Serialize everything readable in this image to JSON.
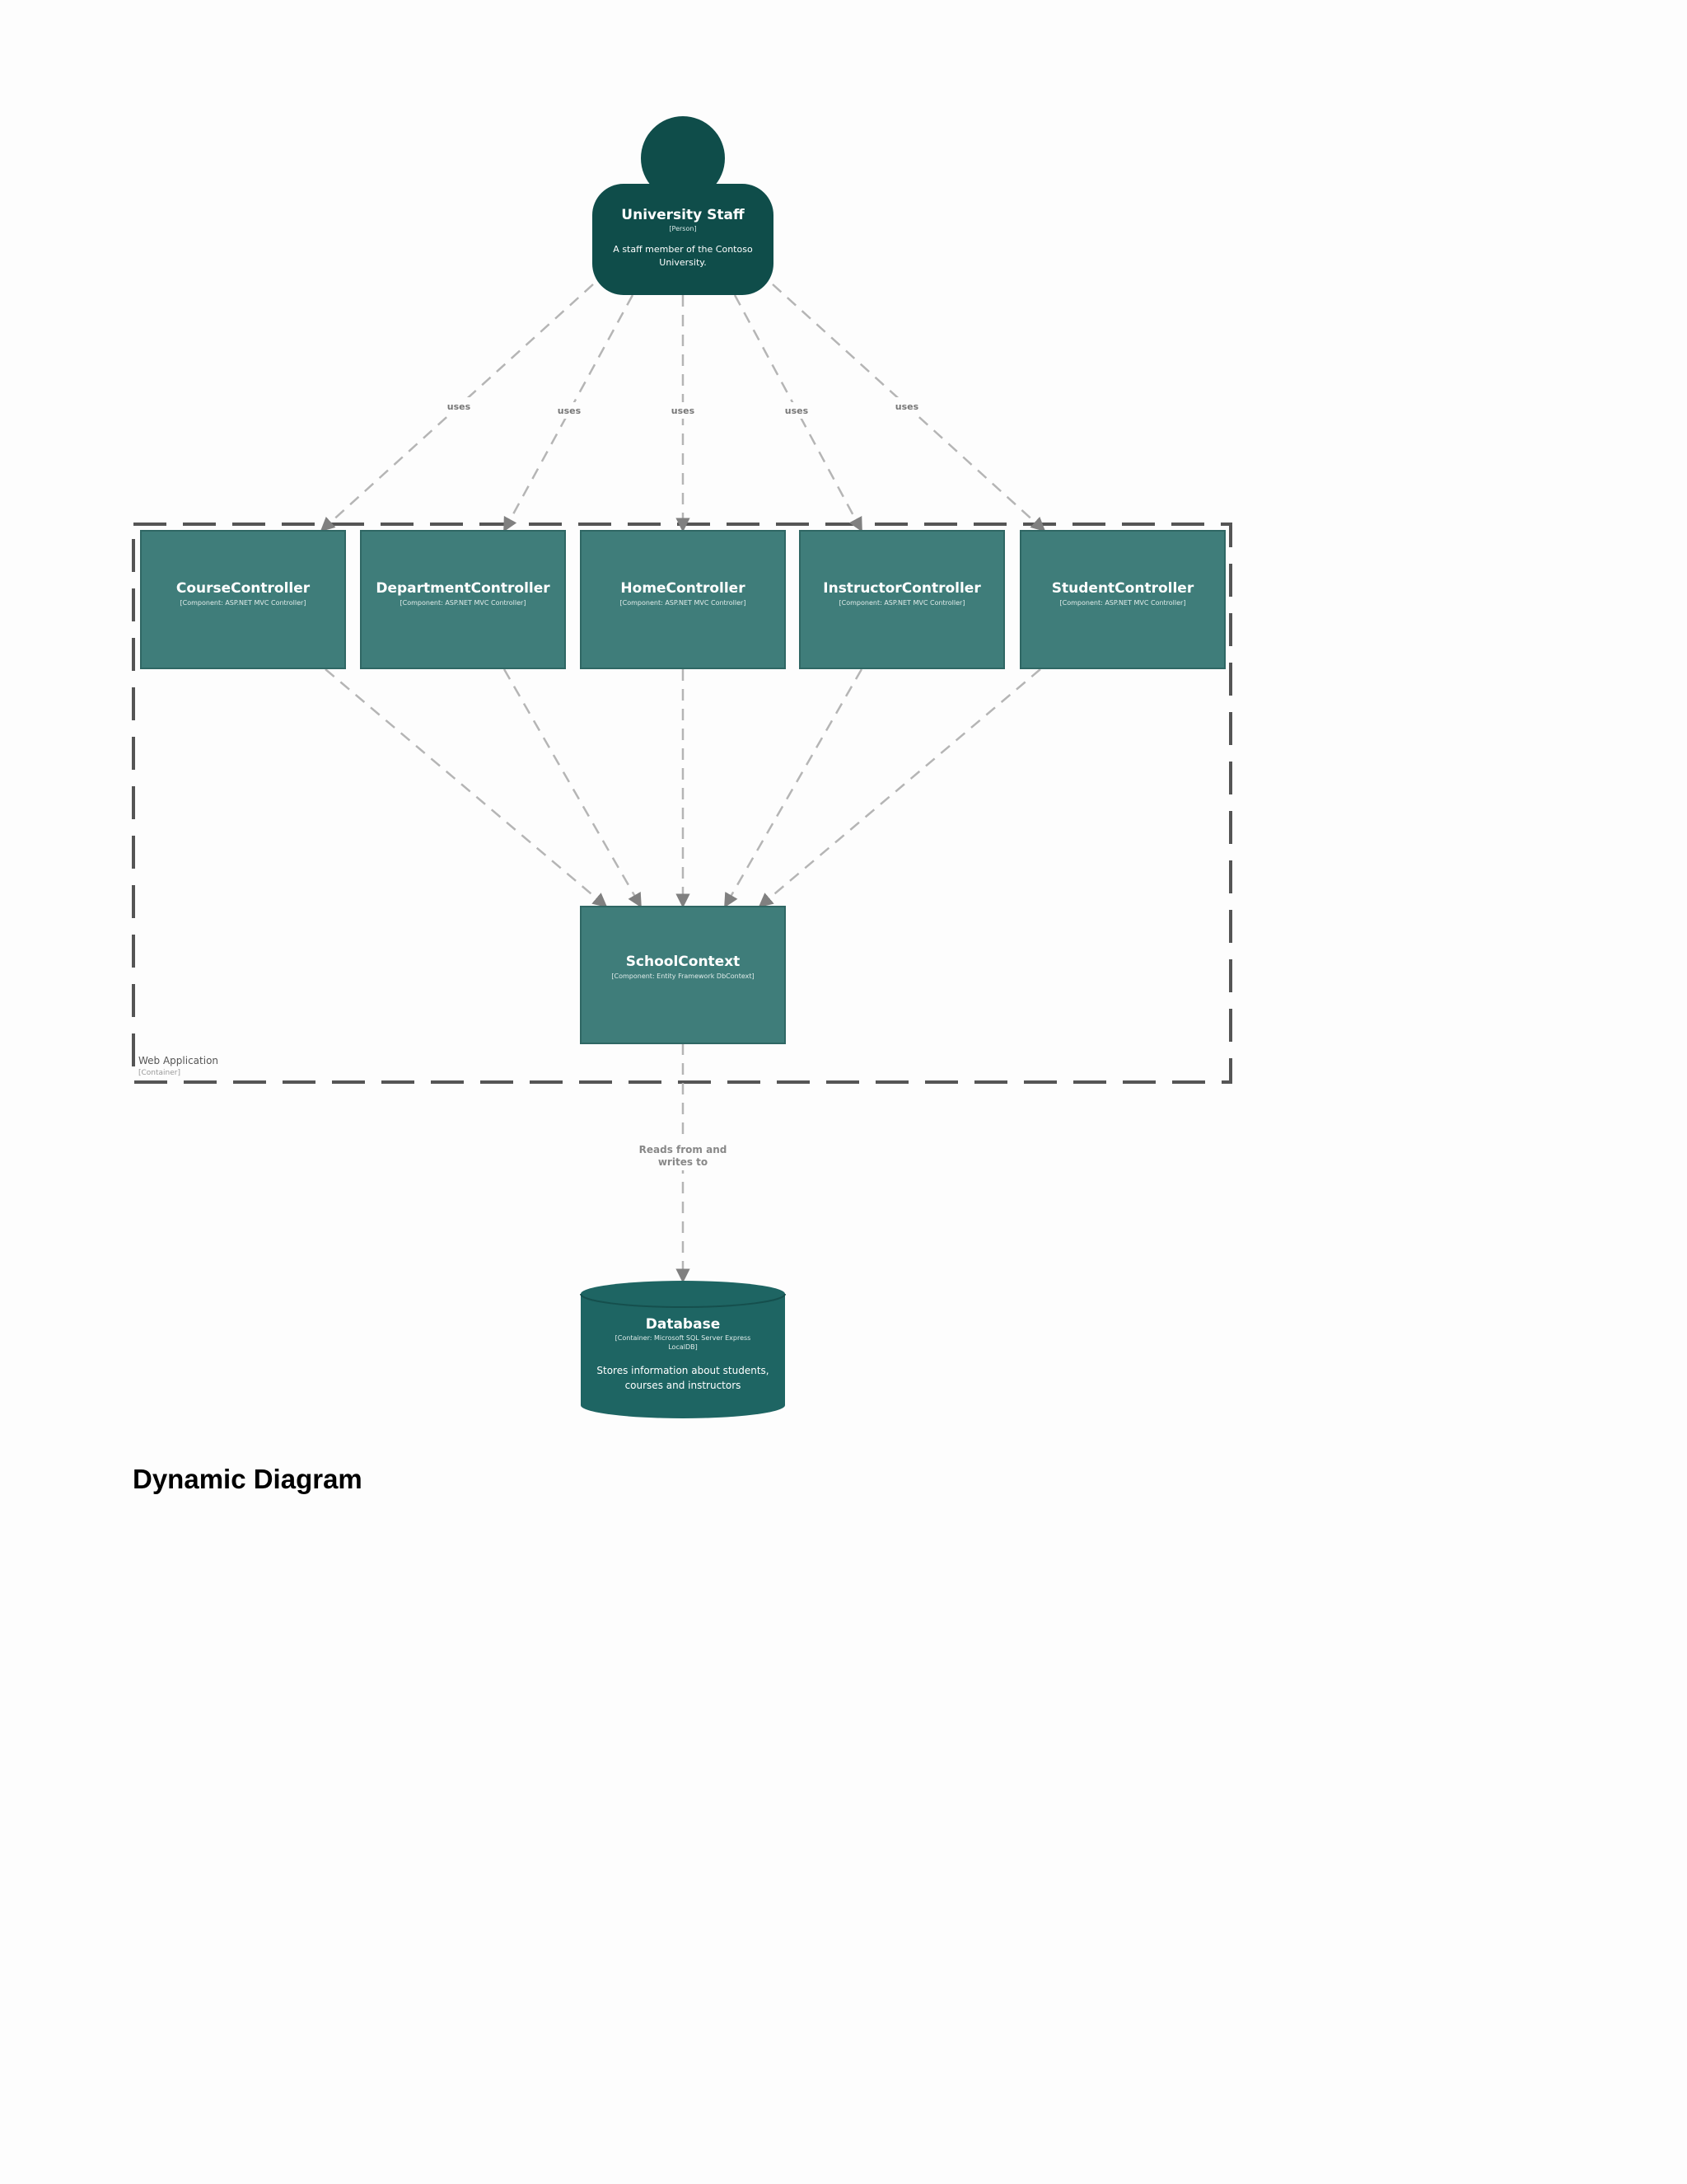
{
  "diagram": {
    "person": {
      "name": "University Staff",
      "tech": "[Person]",
      "desc_line1": "A staff member of the Contoso",
      "desc_line2": "University."
    },
    "components": [
      {
        "name": "CourseController",
        "tech": "[Component: ASP.NET MVC Controller]"
      },
      {
        "name": "DepartmentController",
        "tech": "[Component: ASP.NET MVC Controller]"
      },
      {
        "name": "HomeController",
        "tech": "[Component: ASP.NET MVC Controller]"
      },
      {
        "name": "InstructorController",
        "tech": "[Component: ASP.NET MVC Controller]"
      },
      {
        "name": "StudentController",
        "tech": "[Component: ASP.NET MVC Controller]"
      }
    ],
    "context": {
      "name": "SchoolContext",
      "tech": "[Component: Entity Framework DbContext]"
    },
    "boundary": {
      "name": "Web Application",
      "type": "[Container]"
    },
    "database": {
      "name": "Database",
      "tech_line1": "[Container: Microsoft SQL Server Express",
      "tech_line2": "LocalDB]",
      "desc_line1": "Stores information about students,",
      "desc_line2": "courses and instructors"
    },
    "relations": {
      "uses": "uses",
      "reads_line1": "Reads from and",
      "reads_line2": "writes to"
    }
  },
  "page": {
    "title": "Dynamic Diagram"
  },
  "colors": {
    "person": "#0f4d4a",
    "component": "#3f7d7a",
    "database": "#1e6563",
    "boundary": "#555555",
    "edge": "#b0b0b0"
  }
}
